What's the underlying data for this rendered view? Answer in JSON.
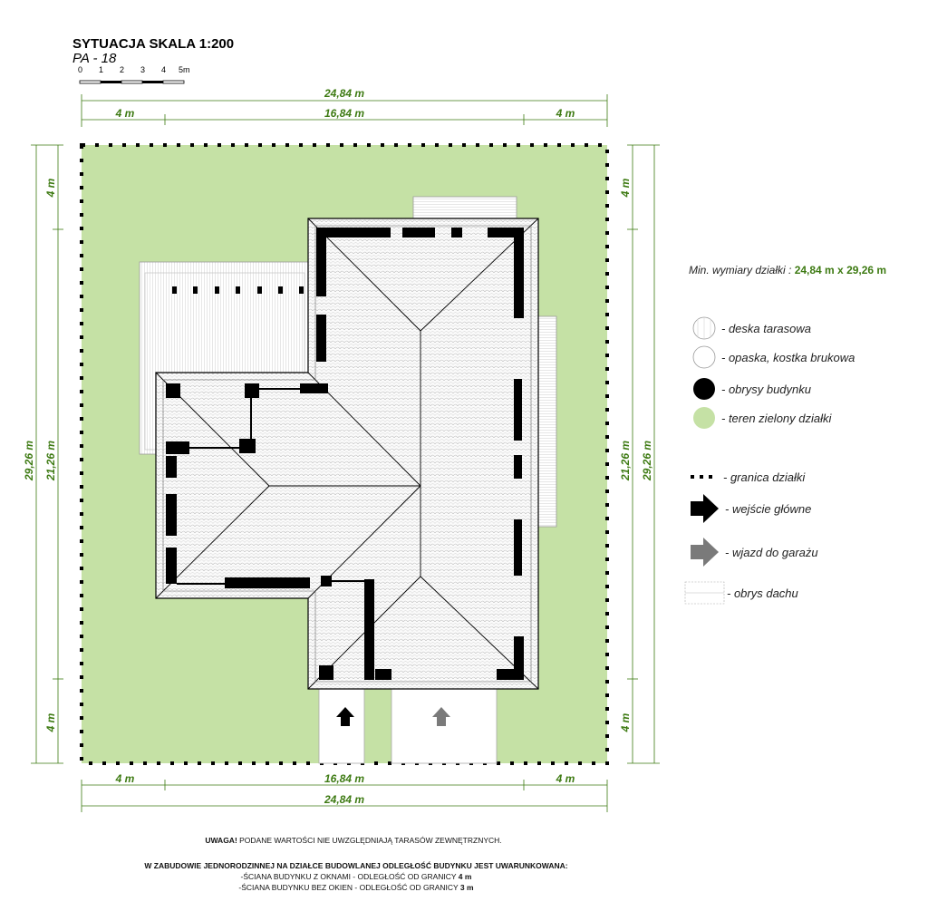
{
  "header": {
    "title": "SYTUACJA SKALA 1:200",
    "project": "PA - 18",
    "scale_ticks": [
      "0",
      "1",
      "2",
      "3",
      "4",
      "5m"
    ]
  },
  "dimensions": {
    "total_width": "24,84 m",
    "setback_left": "4 m",
    "building_width": "16,84 m",
    "setback_right": "4 m",
    "total_depth": "29,26 m",
    "setback_top": "4 m",
    "building_depth": "21,26 m",
    "setback_bottom": "4 m"
  },
  "min_plot": {
    "label": "Min. wymiary działki : ",
    "value": "24,84 m x 29,26 m"
  },
  "legend": [
    {
      "symbol": "deck-swatch",
      "label": "- deska tarasowa"
    },
    {
      "symbol": "paving-swatch",
      "label": "- opaska, kostka brukowa"
    },
    {
      "symbol": "building-swatch",
      "label": "- obrysy budynku"
    },
    {
      "symbol": "green-swatch",
      "label": "- teren zielony działki"
    },
    {
      "symbol": "plot-boundary",
      "label": "- granica działki"
    },
    {
      "symbol": "main-entrance-arrow",
      "label": "- wejście główne"
    },
    {
      "symbol": "garage-entrance-arrow",
      "label": "- wjazd do garażu"
    },
    {
      "symbol": "roof-outline",
      "label": "- obrys dachu"
    }
  ],
  "notes": {
    "warning_bold": "UWAGA!",
    "warning_text": " PODANE WARTOŚCI NIE UWZGLĘDNIAJĄ TARASÓW ZEWNĘTRZNYCH.",
    "rule_title": "W ZABUDOWIE JEDNORODZINNEJ NA DZIAŁCE BUDOWLANEJ ODLEGŁOŚĆ BUDYNKU JEST UWARUNKOWANA:",
    "rule_1_text": "-ŚCIANA BUDYNKU Z OKNAMI - ODLEGŁOŚĆ OD GRANICY ",
    "rule_1_value": "4 m",
    "rule_2_text": "-ŚCIANA BUDYNKU BEZ OKIEN - ODLEGŁOŚĆ OD GRANICY ",
    "rule_2_value": "3 m"
  },
  "colors": {
    "green": "#c5e1a5",
    "dim_green": "#3d7a12",
    "building": "#000000",
    "arrow_garage": "#7a7a7a"
  }
}
